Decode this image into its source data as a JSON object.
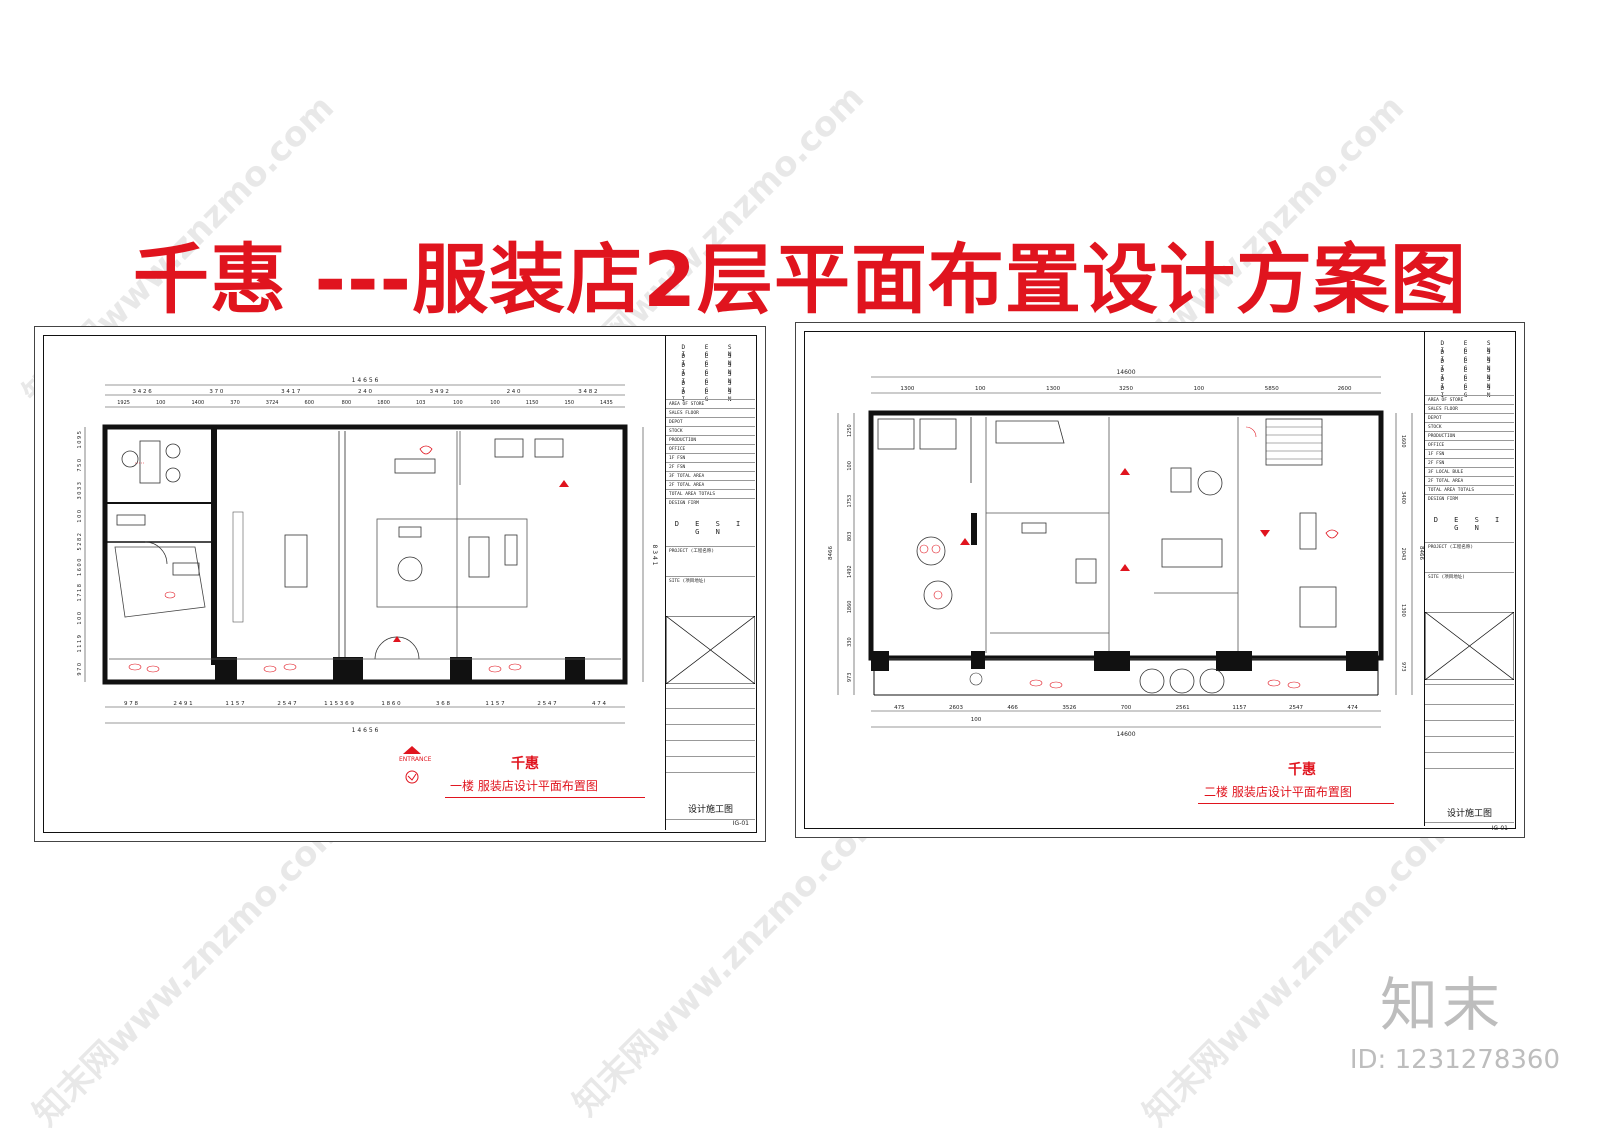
{
  "title": "千惠  ---服装店2层平面布置设计方案图",
  "colors": {
    "accent": "#e0141e",
    "line": "#111111",
    "watermark": "#bdbdbd"
  },
  "sheets": [
    {
      "id": "floor1",
      "brand": "千惠",
      "caption": "一楼    服装店设计平面布置图",
      "title_block": {
        "design_lines": [
          "D E S I G N",
          "D E S I G N",
          "D E S I G N",
          "D E S I G N",
          "D E S I G N",
          "D E S I G N"
        ],
        "rows": [
          "AREA OF STORE",
          "SALES FLOOR",
          "DEPOT",
          "STOCK",
          "PRODUCTION",
          "OFFICE",
          "1F FSN",
          "2F FSN",
          "3F TOTAL AREA",
          "2F TOTAL AREA",
          "TOTAL AREA TOTALS",
          "DESIGN FIRM"
        ],
        "big_design": "D E S I G N",
        "project": "PROJECT (工程名称)",
        "site": "SITE  (项目地址)",
        "final": "设计施工图",
        "code": "IG-01"
      },
      "dims_top": [
        "1 4 6 5 6"
      ],
      "dims_top2": [
        "3 4 2 6",
        "3 7 0",
        "3 4 1 7",
        "2 4 0",
        "3 4 9 2",
        "2 4 0",
        "3 4 8 2"
      ],
      "dims_top3": [
        "1925",
        "100",
        "1400",
        "370",
        "3724",
        "600",
        "800",
        "1800",
        "103",
        "100",
        "100",
        "1150",
        "150",
        "1435"
      ],
      "dims_bottom": [
        "9 7 8",
        "2 4 9 1",
        "1 1 5 7",
        "2 5 4 7",
        "1 1 5 3 6 9",
        "1 8 6 0",
        "3 6 8",
        "1 1 5 7",
        "2 5 4 7",
        "4 7 4"
      ],
      "dims_bottom_total": "1 4 6 5 6",
      "dims_left": [
        "1 0 9 5",
        "7 5 0",
        "3 0 3 3",
        "1 0 0",
        "5 2 8 2",
        "1 6 0 0",
        "1 7 1 8",
        "1 0 0",
        "1 1 1 9",
        "9 7 0"
      ],
      "dims_right_total": "8 3 4 1",
      "entrance": "ENTRANCE"
    },
    {
      "id": "floor2",
      "brand": "千惠",
      "caption": "二楼    服装店设计平面布置图",
      "title_block": {
        "design_lines": [
          "D E S I G N",
          "D E S I G N",
          "D E S I G N",
          "D E S I G N",
          "D E S I G N",
          "D E S I G N"
        ],
        "rows": [
          "AREA OF STORE",
          "SALES FLOOR",
          "DEPOT",
          "STOCK",
          "PRODUCTION",
          "OFFICE",
          "1F FSN",
          "2F FSN",
          "3F LOCAL BULE",
          "2F TOTAL AREA",
          "TOTAL AREA TOTALS",
          "DESIGN FIRM"
        ],
        "big_design": "D E S I G N",
        "project": "PROJECT (工程名称)",
        "site": "SITE  (项目地址)",
        "final": "设计施工图",
        "code": "IG-01"
      },
      "dims_top": [
        "14600"
      ],
      "dims_top2": [
        "1300",
        "100",
        "1300",
        "3250",
        "100",
        "5850",
        "2600"
      ],
      "dims_bottom": [
        "475",
        "2603",
        "466",
        "3526",
        "700",
        "2561",
        "1157",
        "2547",
        "474"
      ],
      "dims_bottom_total": "14600",
      "dims_bottom_sub": "100",
      "dims_left": [
        "1250",
        "100",
        "1753",
        "803",
        "1492",
        "1860",
        "330",
        "973"
      ],
      "dims_right": [
        "1600",
        "3400",
        "2043",
        "1300",
        "973"
      ],
      "dims_right_total": "8466",
      "dims_left_total": "8466"
    }
  ],
  "watermark": {
    "text": "知末网www.znzmo.com",
    "brand": "知末",
    "id": "ID: 1231278360"
  }
}
